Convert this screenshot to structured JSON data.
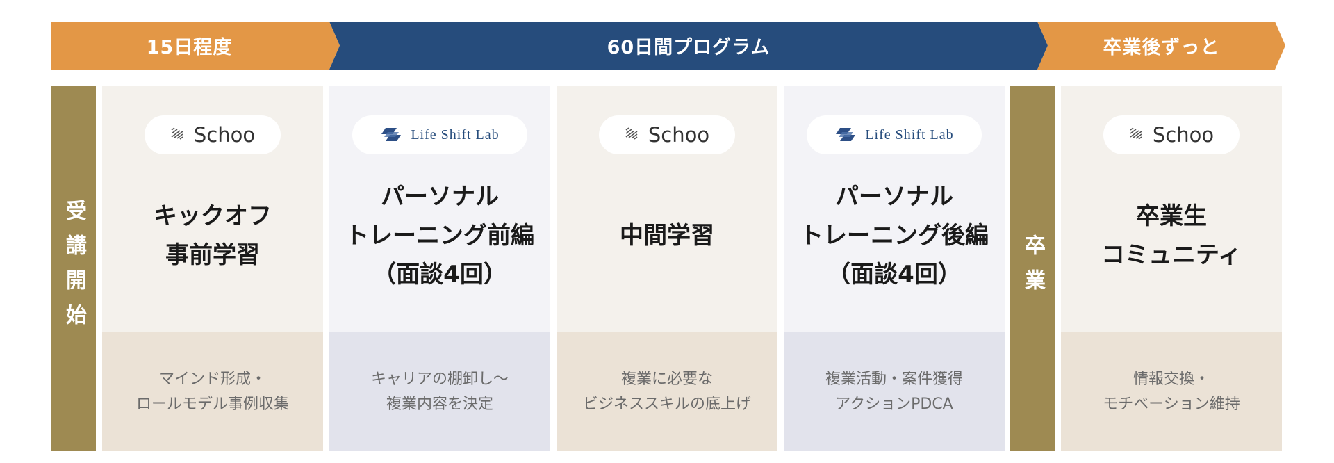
{
  "phases": [
    {
      "label": "15日程度",
      "color": "#e39746"
    },
    {
      "label": "60日間プログラム",
      "color": "#264c7c"
    },
    {
      "label": "卒業後ずっと",
      "color": "#e39746"
    }
  ],
  "milestones": {
    "start": "受講開始",
    "graduation": "卒業"
  },
  "cards": [
    {
      "logo": "Schoo",
      "logo_icon": "schoo-icon",
      "title": "キックオフ\n事前学習",
      "desc": "マインド形成・\nロールモデル事例収集"
    },
    {
      "logo": "Life Shift Lab",
      "logo_icon": "life-shift-lab-icon",
      "title": "パーソナル\nトレーニング前編\n（面談4回）",
      "desc": "キャリアの棚卸し〜\n複業内容を決定"
    },
    {
      "logo": "Schoo",
      "logo_icon": "schoo-icon",
      "title": "中間学習",
      "desc": "複業に必要な\nビジネススキルの底上げ"
    },
    {
      "logo": "Life Shift Lab",
      "logo_icon": "life-shift-lab-icon",
      "title": "パーソナル\nトレーニング後編\n（面談4回）",
      "desc": "複業活動・案件獲得\nアクションPDCA"
    },
    {
      "logo": "Schoo",
      "logo_icon": "schoo-icon",
      "title": "卒業生\nコミュニティ",
      "desc": "情報交換・\nモチベーション維持"
    }
  ],
  "colors": {
    "orange": "#e39746",
    "navy": "#264c7c",
    "gold": "#9e8a52",
    "schoo_card": "#f4f1ec",
    "schoo_card_bottom": "#ebe2d6",
    "lsl_card": "#f3f3f7",
    "lsl_card_bottom": "#e2e3ec"
  }
}
